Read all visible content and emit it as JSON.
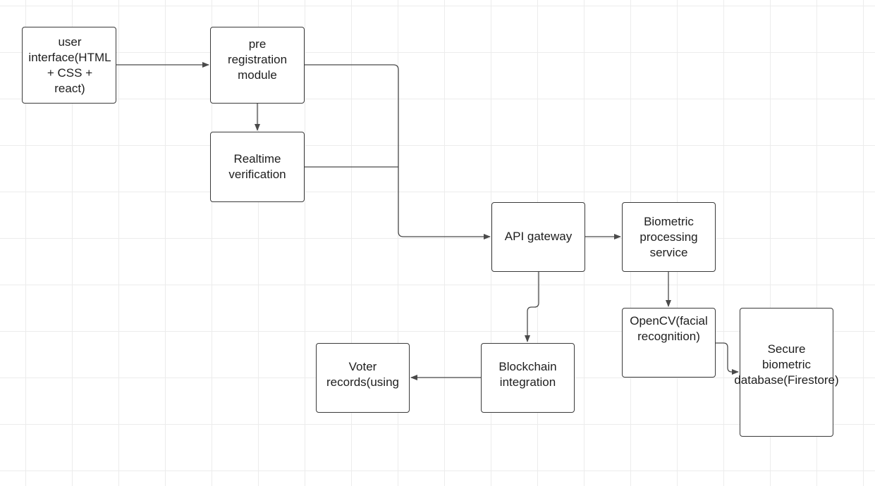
{
  "diagram": {
    "nodes": {
      "user_interface": "user\ninterface(HTML\n+ CSS +\nreact)",
      "pre_registration": "pre\nregistration\nmodule",
      "realtime_verification": "Realtime\nverification",
      "api_gateway": "API gateway",
      "biometric_processing": "Biometric\nprocessing\nservice",
      "opencv": "OpenCV(facial\nrecognition)",
      "secure_db": "Secure\nbiometric\ndatabase(Firestore)",
      "blockchain": "Blockchain\nintegration",
      "voter_records": "Voter\nrecords(using"
    },
    "edges": [
      {
        "from": "user_interface",
        "to": "pre_registration"
      },
      {
        "from": "pre_registration",
        "to": "realtime_verification"
      },
      {
        "from": "pre_registration",
        "to": "api_gateway"
      },
      {
        "from": "realtime_verification",
        "to": "api_gateway"
      },
      {
        "from": "api_gateway",
        "to": "biometric_processing"
      },
      {
        "from": "biometric_processing",
        "to": "opencv"
      },
      {
        "from": "opencv",
        "to": "secure_db"
      },
      {
        "from": "api_gateway",
        "to": "blockchain"
      },
      {
        "from": "blockchain",
        "to": "voter_records"
      }
    ],
    "colors": {
      "line": "#4a4a4a",
      "border": "#3a3a3a",
      "text": "#1e1e1e",
      "grid": "#ececec"
    }
  }
}
